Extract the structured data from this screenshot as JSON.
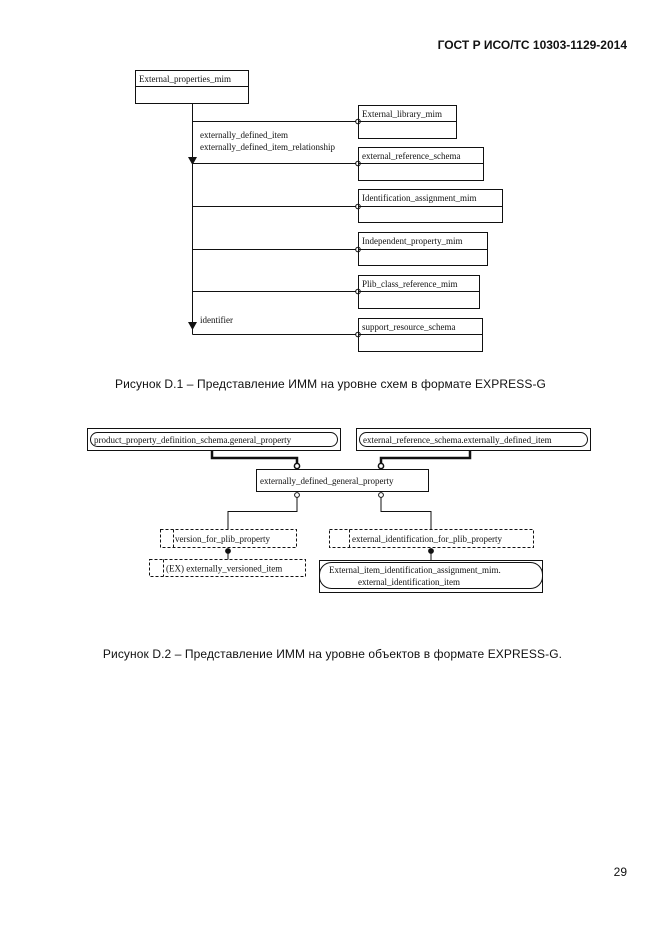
{
  "header": {
    "doc_id": "ГОСТ Р ИСО/ТС 10303-1129-2014"
  },
  "figure1": {
    "root": "External_properties_mim",
    "schemas": [
      "External_library_mim",
      "external_reference_schema",
      "Identification_assignment_mim",
      "Independent_property_mim",
      "Plib_class_reference_mim",
      "support_resource_schema"
    ],
    "ref_label_1": "externally_defined_item",
    "ref_label_2": "externally_defined_item_relationship",
    "ref_label_3": "identifier",
    "caption": "Рисунок D.1 –  Представление ИММ на уровне схем в формате EXPRESS-G"
  },
  "figure2": {
    "top_left": "product_property_definition_schema.general_property",
    "top_right": "external_reference_schema.externally_defined_item",
    "middle": "externally_defined_general_property",
    "left_entity": "version_for_plib_property",
    "left_ref": "(EX) externally_versioned_item",
    "right_entity": "external_identification_for_plib_property",
    "right_select_line1": "External_item_identification_assignment_mim.",
    "right_select_line2": "external_identification_item",
    "caption": "Рисунок D.2 –  Представление ИММ на уровне объектов в формате EXPRESS-G."
  },
  "page_number": "29"
}
